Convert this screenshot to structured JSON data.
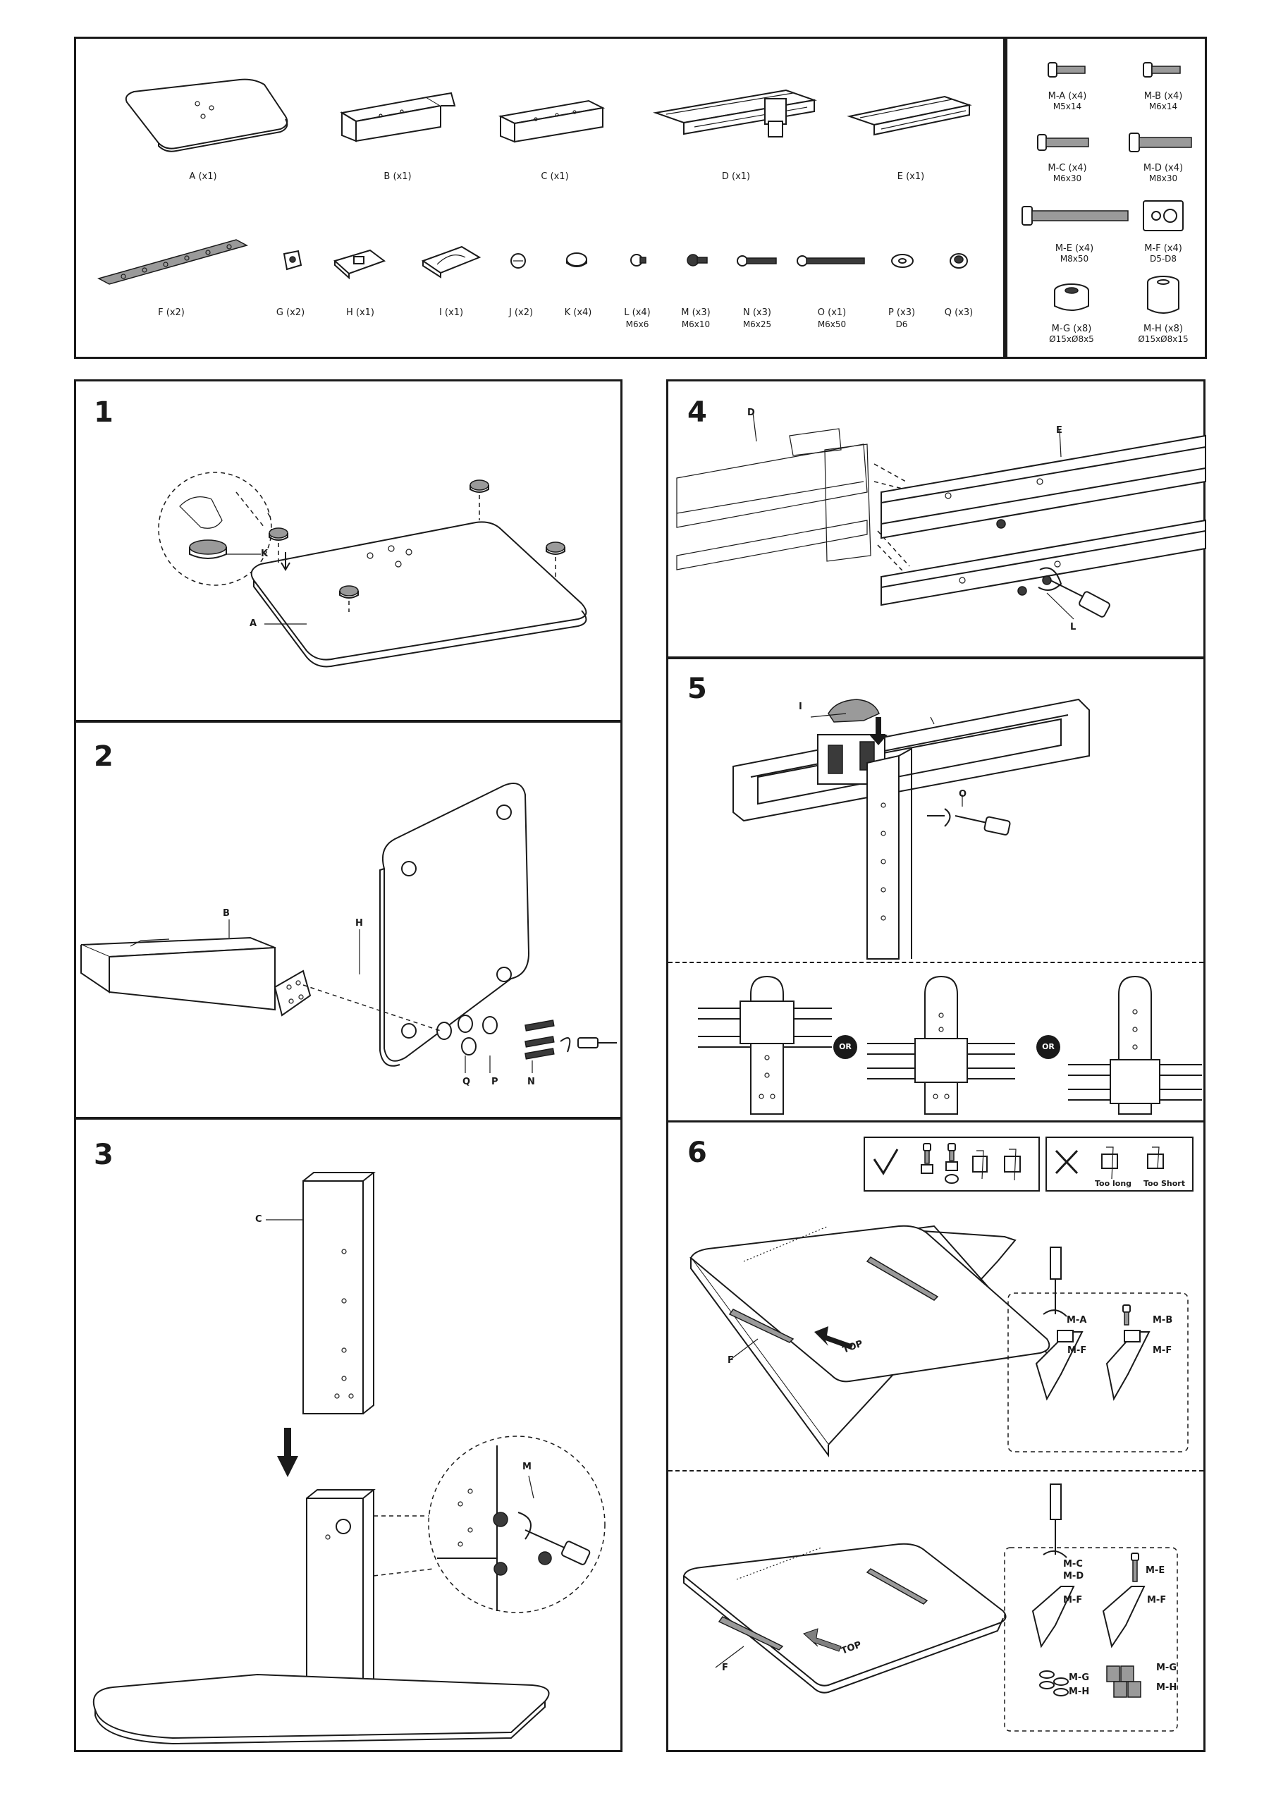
{
  "parts_list": {
    "parts": [
      {
        "letter": "A",
        "label": "A (x1)"
      },
      {
        "letter": "B",
        "label": "B (x1)"
      },
      {
        "letter": "C",
        "label": "C (x1)"
      },
      {
        "letter": "D",
        "label": "D (x1)"
      },
      {
        "letter": "E",
        "label": "E (x1)"
      },
      {
        "letter": "F",
        "label": "F (x2)"
      },
      {
        "letter": "G",
        "label": "G (x2)"
      },
      {
        "letter": "H",
        "label": "H (x1)"
      },
      {
        "letter": "I",
        "label": "I (x1)"
      },
      {
        "letter": "J",
        "label": "J (x2)"
      },
      {
        "letter": "K",
        "label": "K (x4)"
      },
      {
        "letter": "L",
        "label": "L (x4)",
        "size": "M6x6"
      },
      {
        "letter": "M",
        "label": "M (x3)",
        "size": "M6x10"
      },
      {
        "letter": "N",
        "label": "N (x3)",
        "size": "M6x25"
      },
      {
        "letter": "O",
        "label": "O (x1)",
        "size": "M6x50"
      },
      {
        "letter": "P",
        "label": "P (x3)",
        "size": "D6"
      },
      {
        "letter": "Q",
        "label": "Q (x3)"
      }
    ],
    "hardware": [
      {
        "label": "M-A (x4)",
        "size": "M5x14"
      },
      {
        "label": "M-B (x4)",
        "size": "M6x14"
      },
      {
        "label": "M-C (x4)",
        "size": "M6x30"
      },
      {
        "label": "M-D (x4)",
        "size": "M8x30"
      },
      {
        "label": "M-E (x4)",
        "size": "M8x50"
      },
      {
        "label": "M-F (x4)",
        "size": "D5-D8"
      },
      {
        "label": "M-G (x8)",
        "size": "Ø15xØ8x5"
      },
      {
        "label": "M-H (x8)",
        "size": "Ø15xØ8x15"
      }
    ]
  },
  "steps": {
    "s1": {
      "number": "1",
      "callouts": {
        "K": "K",
        "A": "A"
      }
    },
    "s2": {
      "number": "2",
      "callouts": {
        "B": "B",
        "H": "H",
        "Q": "Q",
        "P": "P",
        "N": "N"
      }
    },
    "s3": {
      "number": "3",
      "callouts": {
        "C": "C",
        "M": "M"
      }
    },
    "s4": {
      "number": "4",
      "callouts": {
        "D": "D",
        "E": "E",
        "L": "L"
      }
    },
    "s5": {
      "number": "5",
      "callouts": {
        "I": "I",
        "O": "O"
      },
      "or_label": "OR"
    },
    "s6": {
      "number": "6",
      "legend": {
        "too_long": "Too long",
        "too_short": "Too Short"
      },
      "top_label": "TOP",
      "callouts": {
        "F": "F",
        "MA": "M-A",
        "MB": "M-B",
        "MF": "M-F",
        "MC": "M-C",
        "MD": "M-D",
        "ME": "M-E",
        "MG": "M-G",
        "MH": "M-H"
      }
    }
  }
}
